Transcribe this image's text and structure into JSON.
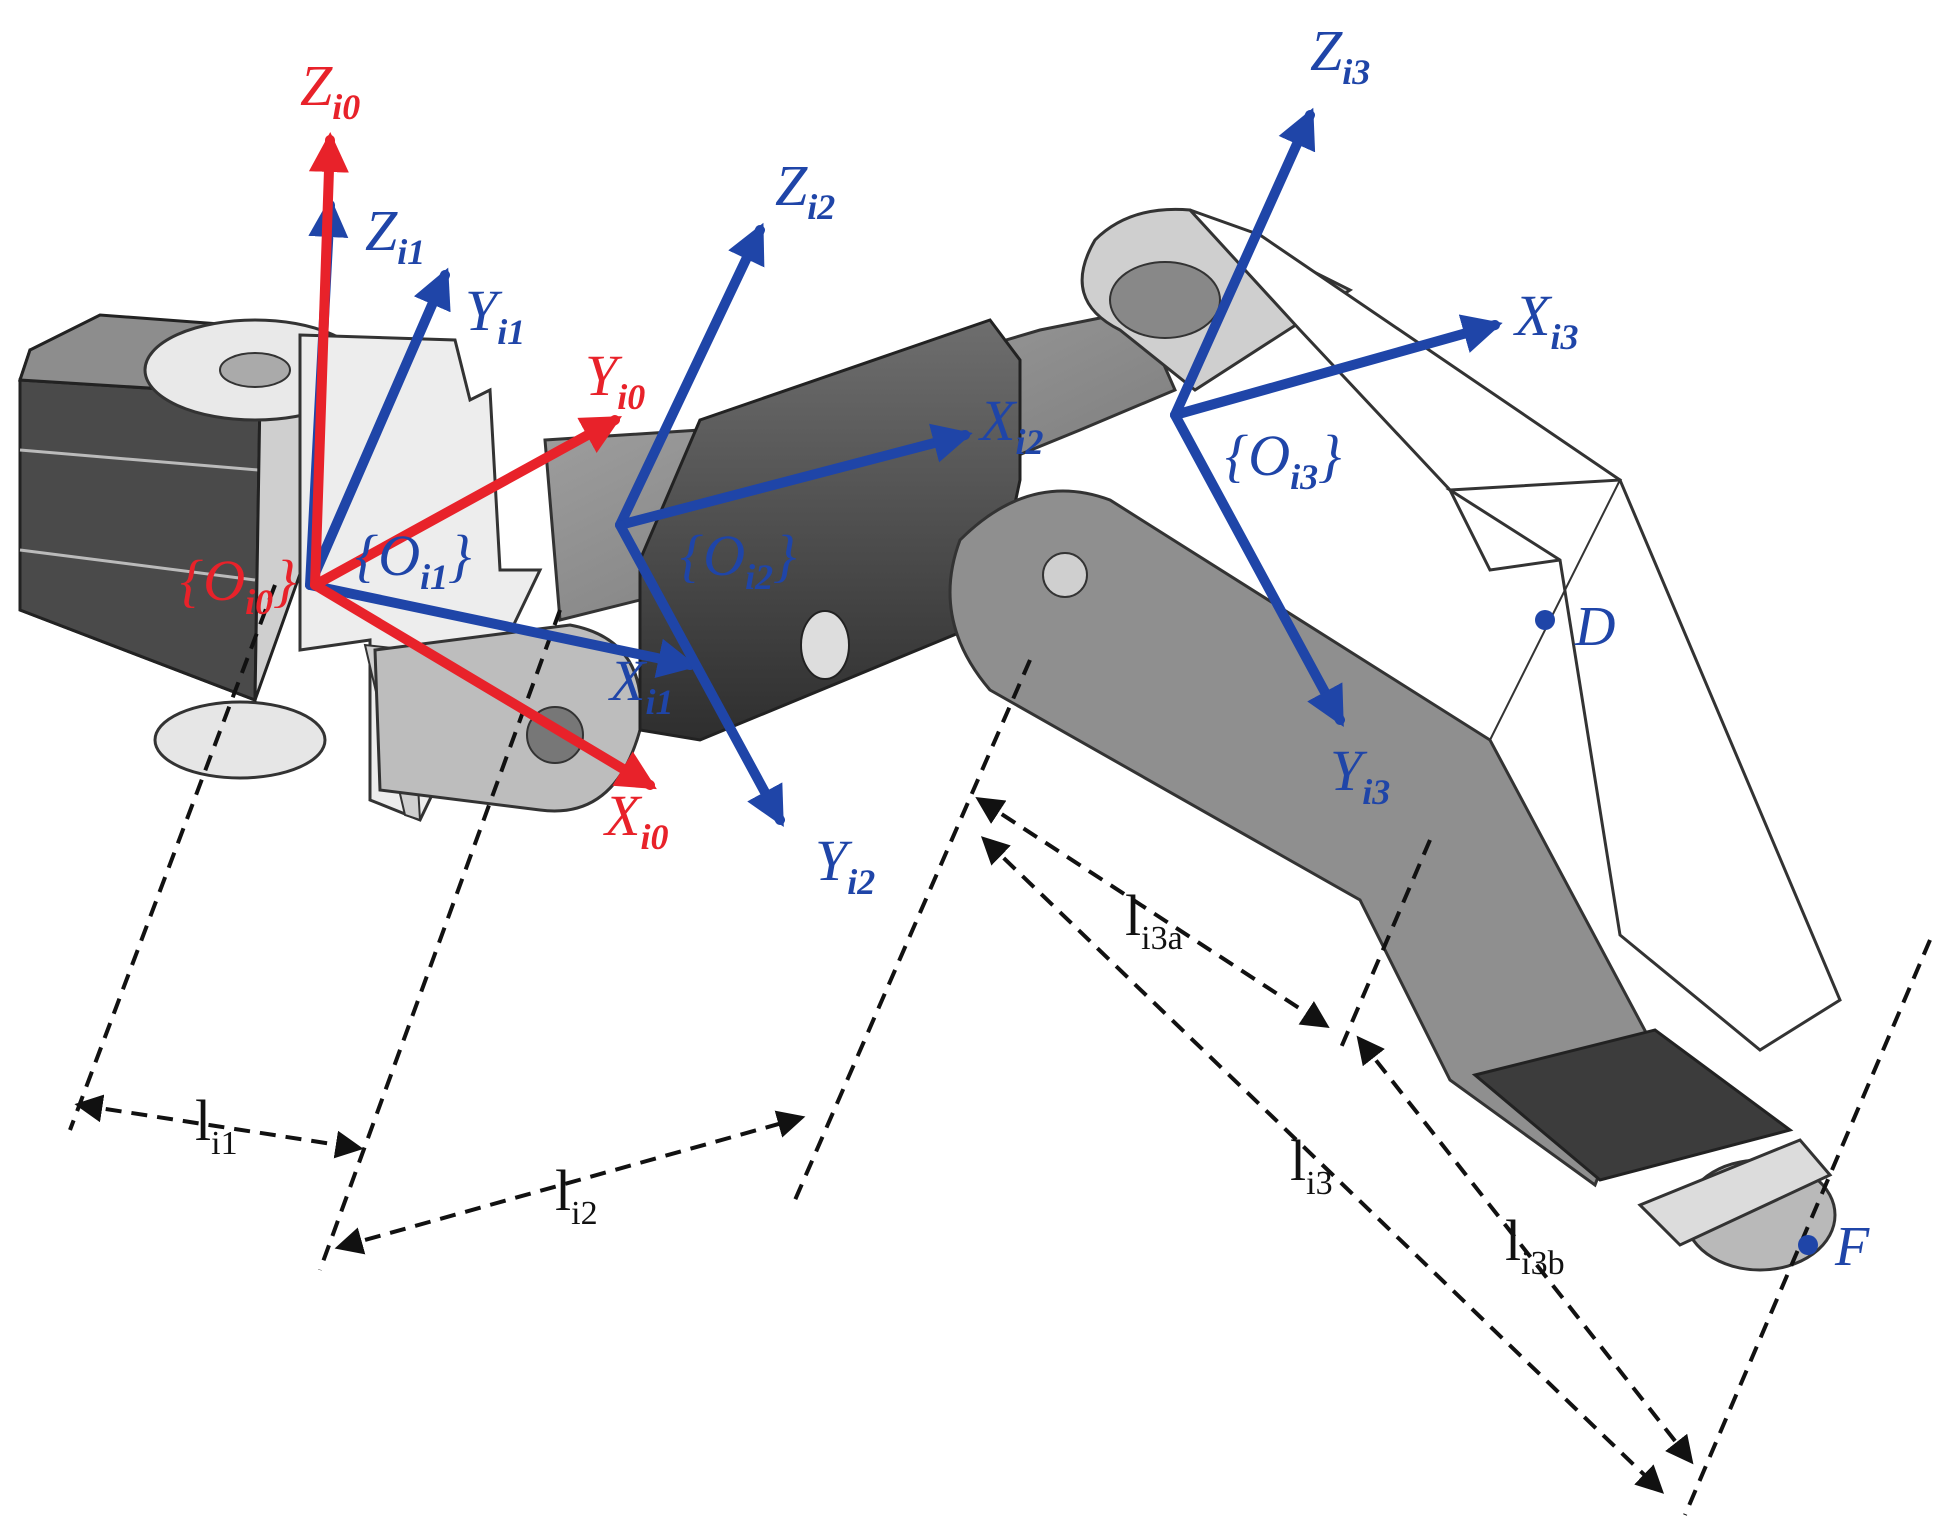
{
  "colors": {
    "red": "#e8222a",
    "blue": "#1f45a8",
    "black": "#111111",
    "metal_light": "#d9d9d9",
    "metal_mid": "#8c8c8c",
    "metal_dark": "#3a3a3a"
  },
  "frames": {
    "z_i0": {
      "base": "Z",
      "sub": "i0"
    },
    "y_i0": {
      "base": "Y",
      "sub": "i0"
    },
    "x_i0": {
      "base": "X",
      "sub": "i0"
    },
    "o_i0": {
      "base": "{O",
      "sub": "i0",
      "close": "}"
    },
    "z_i1": {
      "base": "Z",
      "sub": "i1"
    },
    "y_i1": {
      "base": "Y",
      "sub": "i1"
    },
    "x_i1": {
      "base": "X",
      "sub": "i1"
    },
    "o_i1": {
      "base": "{O",
      "sub": "i1",
      "close": "}"
    },
    "z_i2": {
      "base": "Z",
      "sub": "i2"
    },
    "x_i2": {
      "base": "X",
      "sub": "i2"
    },
    "y_i2": {
      "base": "Y",
      "sub": "i2"
    },
    "o_i2": {
      "base": "{O",
      "sub": "i2",
      "close": "}"
    },
    "z_i3": {
      "base": "Z",
      "sub": "i3"
    },
    "x_i3": {
      "base": "X",
      "sub": "i3"
    },
    "y_i3": {
      "base": "Y",
      "sub": "i3"
    },
    "o_i3": {
      "base": "{O",
      "sub": "i3",
      "close": "}"
    }
  },
  "dimensions": {
    "l_i1": {
      "base": "l",
      "sub": "i1"
    },
    "l_i2": {
      "base": "l",
      "sub": "i2"
    },
    "l_i3": {
      "base": "l",
      "sub": "i3"
    },
    "l_i3a": {
      "base": "l",
      "sub": "i3a"
    },
    "l_i3b": {
      "base": "l",
      "sub": "i3b"
    }
  },
  "points": {
    "d": "D",
    "f": "F"
  }
}
